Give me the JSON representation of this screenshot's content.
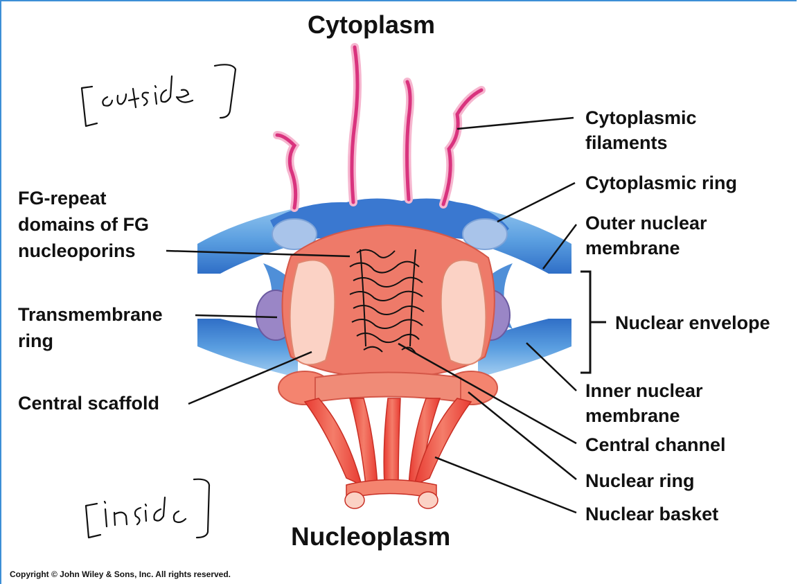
{
  "titles": {
    "top": "Cytoplasm",
    "bottom": "Nucleoplasm"
  },
  "labels": {
    "cytoplasmic_filaments": [
      "Cytoplasmic",
      "filaments"
    ],
    "cytoplasmic_ring": "Cytoplasmic ring",
    "outer_nuclear_membrane": [
      "Outer nuclear",
      "membrane"
    ],
    "nuclear_envelope": "Nuclear envelope",
    "inner_nuclear_membrane": [
      "Inner nuclear",
      "membrane"
    ],
    "central_channel": "Central channel",
    "nuclear_ring": "Nuclear ring",
    "nuclear_basket": "Nuclear basket",
    "fg_repeat": [
      "FG-repeat",
      "domains of FG",
      "nucleoporins"
    ],
    "transmembrane_ring": [
      "Transmembrane",
      "ring"
    ],
    "central_scaffold": "Central scaffold"
  },
  "handwritten": {
    "outside": "[outside]",
    "inside": "[inside]"
  },
  "copyright": "Copyright © John Wiley & Sons, Inc. All rights reserved.",
  "colors": {
    "membrane_dark": "#2f6fc7",
    "membrane_light": "#79b4e6",
    "scaffold": "#ee7a69",
    "scaffold_light": "#fbd2c5",
    "basket": "#e8453a",
    "filament": "#d9337e",
    "transmembrane": "#9a86c6",
    "frame": "#3d8fd6"
  }
}
